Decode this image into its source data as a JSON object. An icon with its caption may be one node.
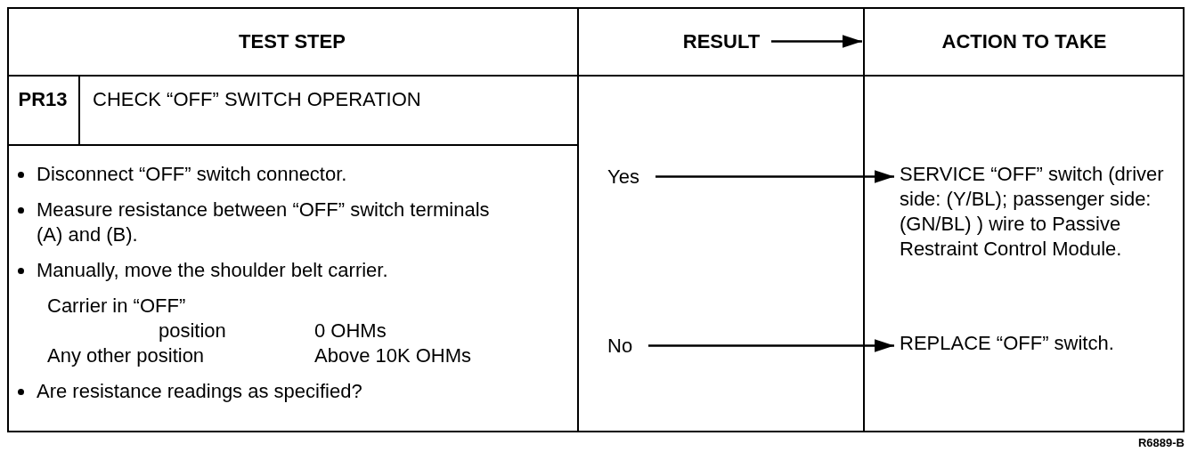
{
  "diagram": {
    "nodes": [
      {
        "text": [
          "TEST STEP"
        ]
      },
      {
        "text": [
          "RESULT"
        ]
      },
      {
        "text": [
          "ACTION TO TAKE"
        ]
      },
      {
        "text": [
          "PR13"
        ]
      },
      {
        "text": [
          "CHECK “OFF” SWITCH OPERATION"
        ]
      },
      {
        "text": [
          "Disconnect “OFF” switch connector.",
          "Measure resistance between “OFF” switch terminals (A) and (B).",
          "Manually, move the shoulder belt carrier.",
          "Carrier in “OFF” position",
          "0 OHMs",
          "Any other position",
          "Above 10K OHMs",
          "Are resistance readings as specified?"
        ]
      },
      {
        "text": [
          "Yes"
        ]
      },
      {
        "text": [
          "SERVICE “OFF” switch (driver side: (Y/BL); passenger side: (GN/BL) ) wire to Passive Restraint Control Module."
        ]
      },
      {
        "text": [
          "No"
        ]
      },
      {
        "text": [
          "REPLACE “OFF” switch."
        ]
      }
    ],
    "edges": [
      {
        "from": 1,
        "to": 2,
        "arrow": "to"
      },
      {
        "from": 6,
        "to": 7,
        "arrow": "to"
      },
      {
        "from": 8,
        "to": 9,
        "arrow": "to"
      }
    ],
    "labels": [
      "R6889-B"
    ]
  }
}
